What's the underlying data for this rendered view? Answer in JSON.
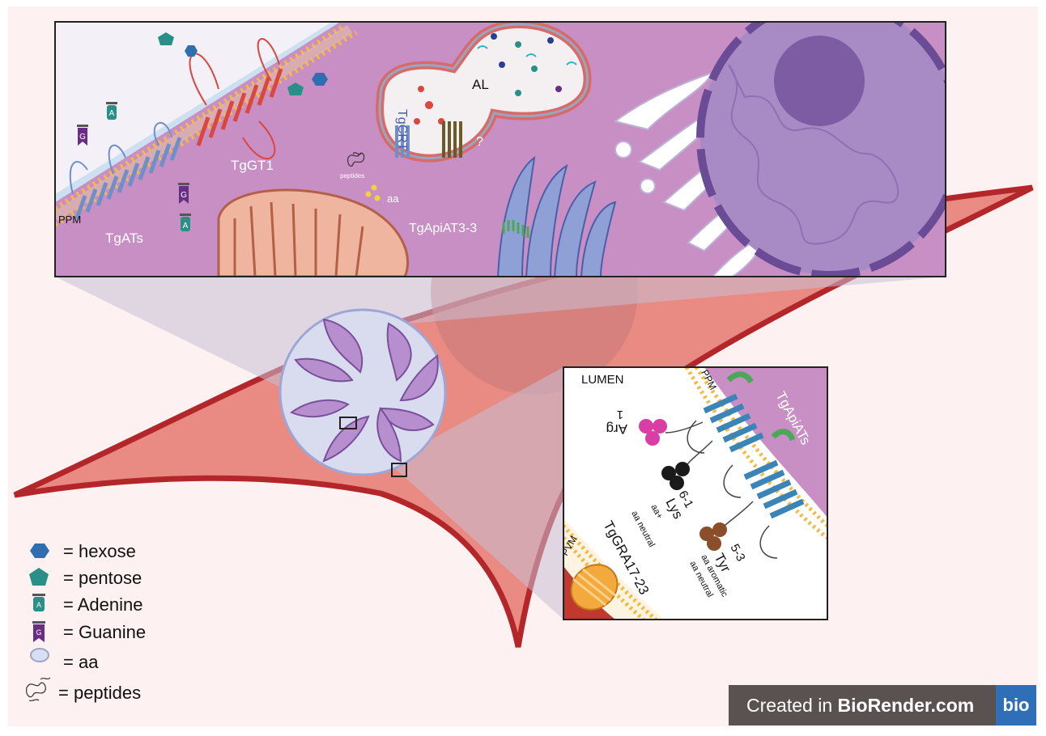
{
  "colors": {
    "cytoplasm": "#c78fc4",
    "host_cell": "#e87870",
    "host_cell_edge": "#b3262a",
    "membrane": "#f4b942",
    "transporter_blue": "#6f8fc9",
    "transporter_red": "#d9473f",
    "nucleus": "#a88bc4",
    "nucleolus": "#8a64a8"
  },
  "top_panel": {
    "ppm_label": "PPM",
    "tgats_label": "TgATs",
    "tggt1_label": "TgGT1",
    "tgcrt_label": "TgCRT",
    "al_label": "AL",
    "question_label": "?",
    "peptides_label": "peptides",
    "aa_label": "aa",
    "tgapiat3_label": "TgApiAT3-3",
    "adenine_letter": "A",
    "guanine_letter": "G"
  },
  "inset_panel": {
    "lumen_label": "LUMEN",
    "ppm_label": "PPM",
    "tgapiats_label": "TgApiATs",
    "arg_number": "1",
    "arg_label": "Arg",
    "lys_number": "6-1",
    "lys_label": "Lys",
    "lys_sub1": "aa+",
    "lys_sub2": "aa neutral",
    "tyr_number": "5-3",
    "tyr_label": "Tyr",
    "tyr_sub1": "aa aromatic",
    "tyr_sub2": "aa neutral",
    "tggra_label": "TgGRA17-23",
    "pvm_label": "PVM"
  },
  "legend": [
    {
      "icon": "hexagon-icon",
      "label": "= hexose"
    },
    {
      "icon": "pentagon-icon",
      "label": "= pentose"
    },
    {
      "icon": "adenine-icon",
      "label": "= Adenine"
    },
    {
      "icon": "guanine-icon",
      "label": "= Guanine"
    },
    {
      "icon": "amino-acid-icon",
      "label": "= aa"
    },
    {
      "icon": "peptides-icon",
      "label": "= peptides"
    }
  ],
  "footer": {
    "prefix": "Created in ",
    "brand": "BioRender.com",
    "logo": "bio"
  }
}
